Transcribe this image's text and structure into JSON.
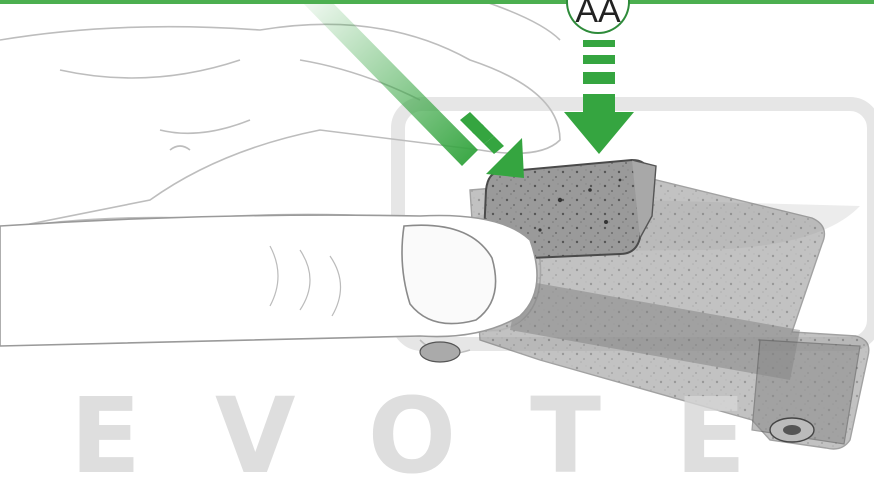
{
  "badge": {
    "label": "AA"
  },
  "watermark": {
    "text": "EVOTE",
    "color": "#d9d9d9"
  },
  "colors": {
    "accent": "#35a540",
    "top_bar": "#4caf50",
    "sketch": "#555555"
  },
  "arrows": [
    {
      "name": "diagonal-arrow",
      "direction": "down-right"
    },
    {
      "name": "vertical-arrow",
      "direction": "down"
    }
  ]
}
